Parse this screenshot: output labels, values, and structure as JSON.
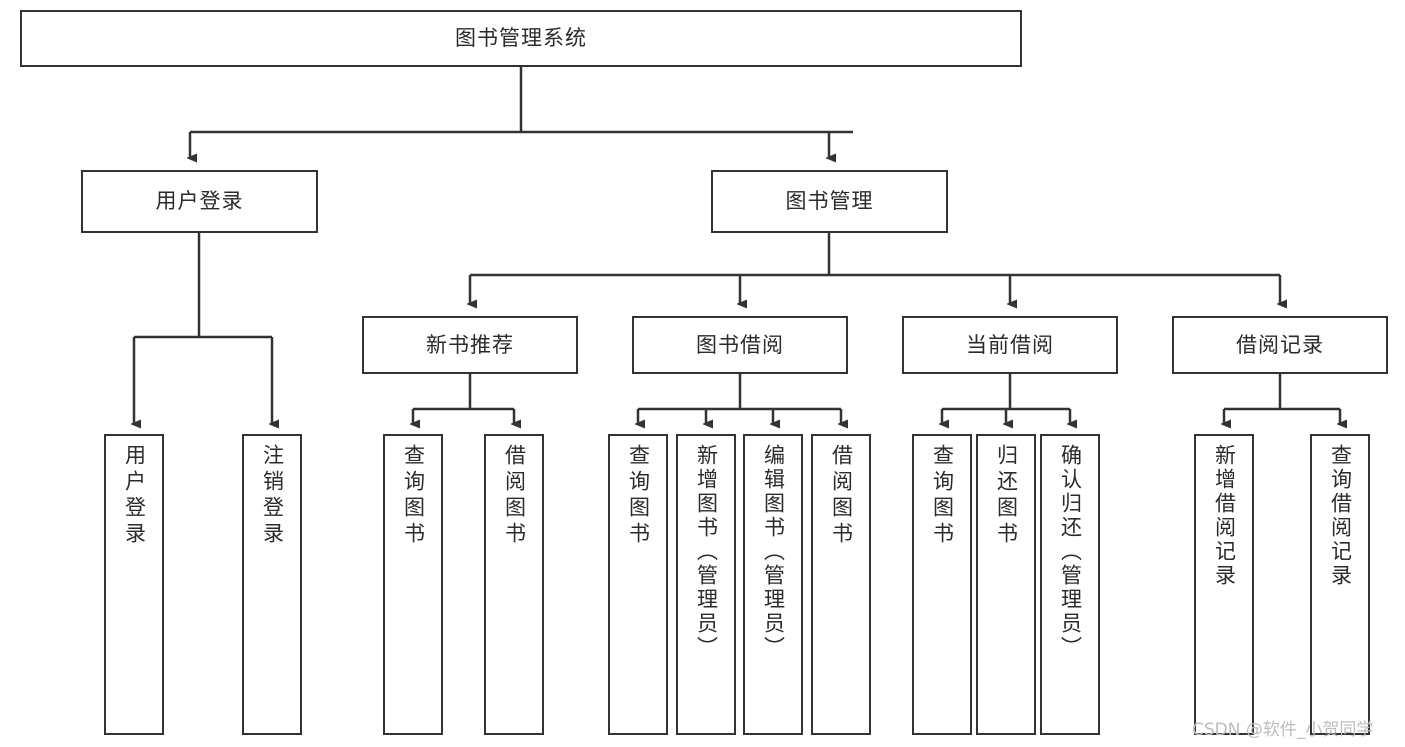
{
  "diagram": {
    "title": "图书管理系统",
    "type": "hierarchy-tree",
    "root": {
      "label": "图书管理系统"
    },
    "level2": [
      {
        "id": "user-login",
        "label": "用户登录"
      },
      {
        "id": "book-management",
        "label": "图书管理"
      }
    ],
    "level3": [
      {
        "id": "new-book-recommend",
        "label": "新书推荐",
        "parent": "book-management"
      },
      {
        "id": "book-borrow",
        "label": "图书借阅",
        "parent": "book-management"
      },
      {
        "id": "current-borrow",
        "label": "当前借阅",
        "parent": "book-management"
      },
      {
        "id": "borrow-record",
        "label": "借阅记录",
        "parent": "book-management"
      }
    ],
    "leaves": {
      "user-login": [
        {
          "id": "leaf-user-login",
          "label": "用户登录"
        },
        {
          "id": "leaf-logout",
          "label": "注销登录"
        }
      ],
      "new-book-recommend": [
        {
          "id": "leaf-query-book-1",
          "label": "查询图书"
        },
        {
          "id": "leaf-borrow-book-1",
          "label": "借阅图书"
        }
      ],
      "book-borrow": [
        {
          "id": "leaf-query-book-2",
          "label": "查询图书"
        },
        {
          "id": "leaf-add-book",
          "label": "新增图书（管理员）"
        },
        {
          "id": "leaf-edit-book",
          "label": "编辑图书（管理员）"
        },
        {
          "id": "leaf-borrow-book-2",
          "label": "借阅图书"
        }
      ],
      "current-borrow": [
        {
          "id": "leaf-query-book-3",
          "label": "查询图书"
        },
        {
          "id": "leaf-return-book",
          "label": "归还图书"
        },
        {
          "id": "leaf-confirm-return",
          "label": "确认归还（管理员）"
        }
      ],
      "borrow-record": [
        {
          "id": "leaf-add-record",
          "label": "新增借阅记录"
        },
        {
          "id": "leaf-query-record",
          "label": "查询借阅记录"
        }
      ]
    }
  },
  "watermark": {
    "text": "CSDN @软件_小贺同学"
  },
  "colors": {
    "box_border": "#333333",
    "box_fill": "#ffffff",
    "text": "#2b2b2b",
    "connector": "#333333",
    "watermark": "#bdbdbd",
    "background": "#ffffff"
  }
}
